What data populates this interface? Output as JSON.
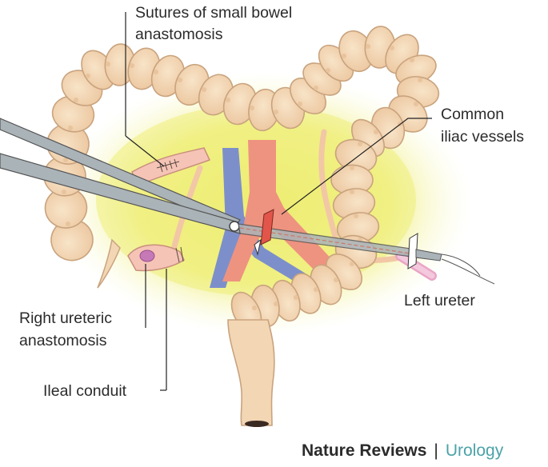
{
  "labels": {
    "sutures_line1": "Sutures of small bowel",
    "sutures_line2": "anastomosis",
    "common_line1": "Common",
    "common_line2": "iliac vessels",
    "left_ureter": "Left ureter",
    "right_line1": "Right ureteric",
    "right_line2": "anastomosis",
    "ileal_conduit": "Ileal conduit"
  },
  "credit": {
    "journal": "Nature Reviews",
    "separator": "|",
    "subject": "Urology"
  },
  "colors": {
    "colon_fill": "#f3d6b4",
    "colon_outline": "#c9a37e",
    "background_glow": "#f0ef8a",
    "artery": "#ee9380",
    "vein": "#7d8fca",
    "ureter": "#f7c7ad",
    "conduit": "#f5c4b6",
    "instrument": "#aab3b8",
    "brand_text": "#2b2b2b",
    "brand_accent": "#4ba3a8"
  }
}
